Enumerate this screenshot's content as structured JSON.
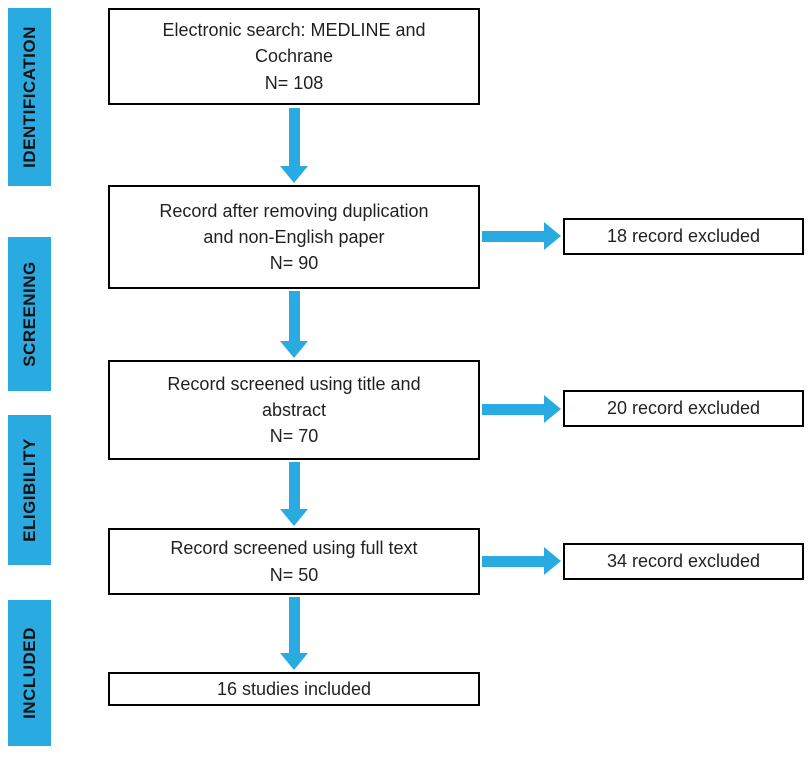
{
  "colors": {
    "accent": "#29abe2",
    "border": "#000000",
    "text": "#231f20",
    "background": "#ffffff"
  },
  "stages": [
    {
      "label": "IDENTIFICATION"
    },
    {
      "label": "SCREENING"
    },
    {
      "label": "ELIGIBILITY"
    },
    {
      "label": "INCLUDED"
    }
  ],
  "flow_boxes": [
    {
      "text": "Electronic search: MEDLINE and\nCochrane\nN= 108"
    },
    {
      "text": "Record after removing duplication\nand non-English paper\nN= 90"
    },
    {
      "text": "Record screened using title and\nabstract\nN= 70"
    },
    {
      "text": "Record screened using full text\nN= 50"
    },
    {
      "text": "16 studies included"
    }
  ],
  "excluded_boxes": [
    {
      "label": "18 record excluded"
    },
    {
      "label": "20 record excluded"
    },
    {
      "label": "34 record excluded"
    }
  ]
}
